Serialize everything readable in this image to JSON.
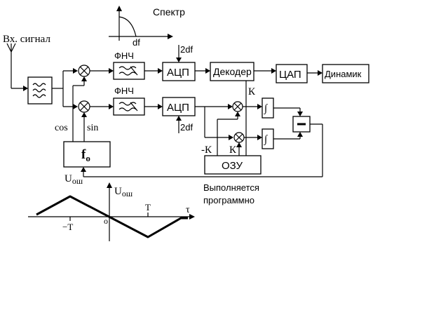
{
  "labels": {
    "spectrum_title": "Спектр",
    "spectrum_df": "df",
    "input_signal": "Вх. сигнал",
    "lpf_top": "ФНЧ",
    "lpf_bottom": "ФНЧ",
    "adc_top": "АЦП",
    "adc_bottom": "АЦП",
    "clock_top": "2df",
    "clock_bottom": "2df",
    "decoder": "Декодер",
    "dac": "ЦАП",
    "speaker": "Динамик",
    "k_top": "К",
    "k_neg": "-К",
    "k_mid": "К",
    "ram": "ОЗУ",
    "cos": "cos",
    "sin": "sin",
    "oscillator_main": "f",
    "oscillator_sub": "o",
    "error_feedback_main": "U",
    "error_feedback_sub": "ош",
    "software_line1": "Выполняется",
    "software_line2": "программно",
    "integrator_symbol": "∫",
    "subtractor_symbol": "−",
    "graph_ylabel_main": "U",
    "graph_ylabel_sub": "ош",
    "graph_xlabel": "τ",
    "graph_tick_T": "T",
    "graph_tick_negT": "−T",
    "graph_origin": "о"
  },
  "colors": {
    "line": "#000000",
    "background": "#ffffff"
  },
  "icons": [
    "antenna-icon",
    "bandpass-filter-icon",
    "lowpass-filter-icon",
    "mixer-icon"
  ]
}
